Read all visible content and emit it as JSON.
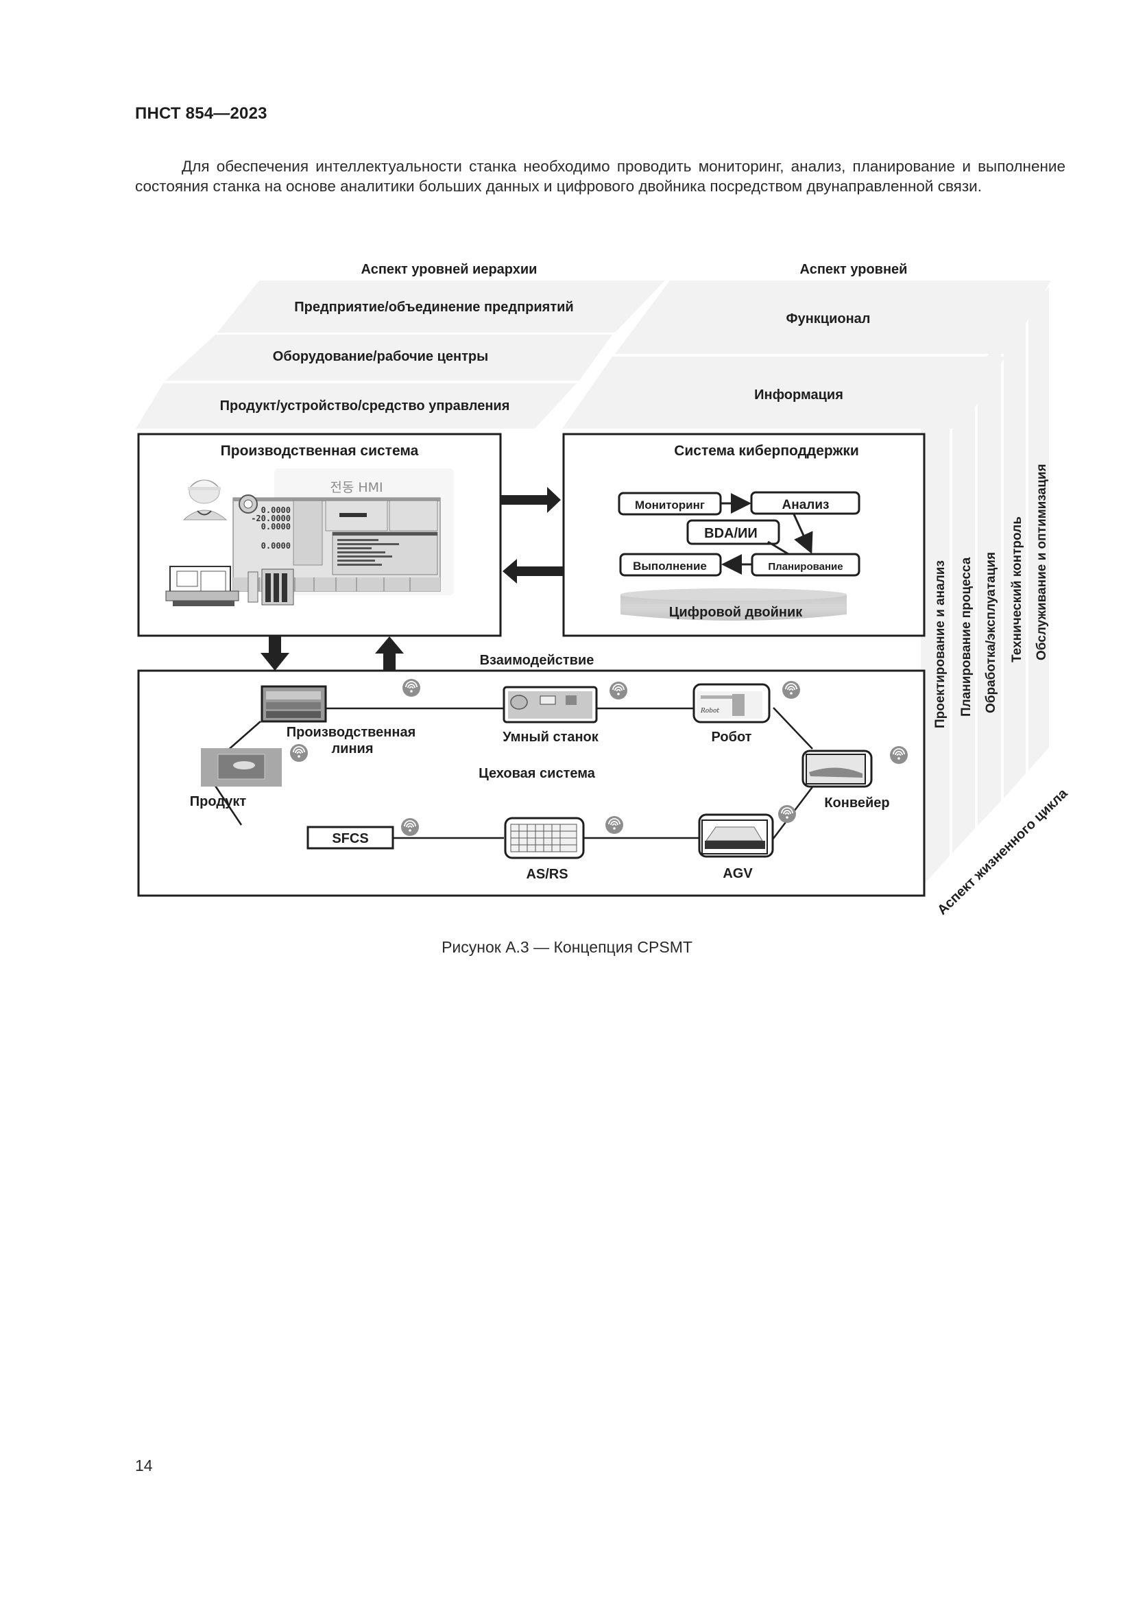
{
  "header": {
    "document_id": "ПНСТ 854—2023"
  },
  "body_text": {
    "paragraph": "Для обеспечения интеллектуальности станка необходимо проводить мониторинг, анализ, планирование и выполнение состояния станка на основе аналитики больших данных и цифрового двойника посредством двунаправленной связи."
  },
  "figure": {
    "caption": "Рисунок А.3 — Концепция CPSMT",
    "hierarchy_aspect": {
      "title": "Аспект уровней иерархии",
      "levels": [
        "Предприятие/объединение предприятий",
        "Оборудование/рабочие центры",
        "Продукт/устройство/средство управления"
      ]
    },
    "layers_aspect": {
      "title": "Аспект уровней",
      "levels": [
        "Функционал",
        "Информация"
      ]
    },
    "lifecycle_aspect": {
      "title": "Аспект жизненного цикла",
      "stages": [
        "Проектирование и анализ",
        "Планирование процесса",
        "Обработка/эксплуатация",
        "Технический контроль",
        "Обслуживание и оптимизация"
      ]
    },
    "production_system": {
      "title": "Производственная система",
      "hmi_label": "전동 HMI",
      "hmi_values": [
        "0.0000",
        "-20.0000",
        "0.0000",
        "0.0000"
      ]
    },
    "cyber_support_system": {
      "title": "Система киберподдержки",
      "nodes": {
        "monitoring": "Мониторинг",
        "analysis": "Анализ",
        "bda_ai": "BDA/ИИ",
        "execution": "Выполнение",
        "planning": "Планирование"
      },
      "digital_twin": "Цифровой двойник"
    },
    "interaction_label": "Взаимодействие",
    "shop_system": {
      "title": "Цеховая система",
      "nodes": {
        "production_line_1": "Производственная",
        "production_line_2": "линия",
        "smart_machine": "Умный станок",
        "robot": "Робот",
        "robot_image_text": "Robot",
        "conveyor": "Конвейер",
        "product": "Продукт",
        "sfcs": "SFCS",
        "asrs": "AS/RS",
        "agv": "AGV"
      }
    }
  },
  "footer": {
    "page_number": "14"
  }
}
